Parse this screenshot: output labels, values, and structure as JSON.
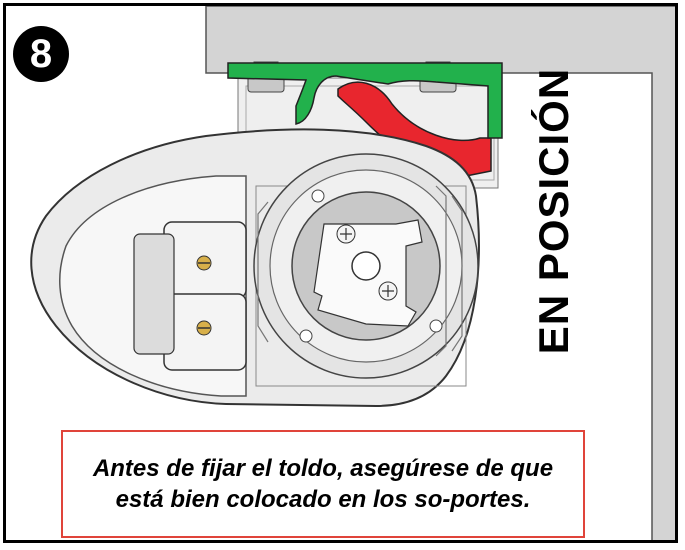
{
  "step": {
    "number": "8"
  },
  "side_title": "EN POSICIÓN",
  "note": {
    "text": "Antes de fijar el toldo, asegúrese de que está bien colocado en los so-portes."
  },
  "colors": {
    "wall": "#d4d4d4",
    "bracket_green": "#22b14c",
    "bracket_red": "#e8262e",
    "note_border": "#e0443a",
    "badge": "#000000"
  },
  "icons": [
    "bolt-icon",
    "screw-icon"
  ]
}
